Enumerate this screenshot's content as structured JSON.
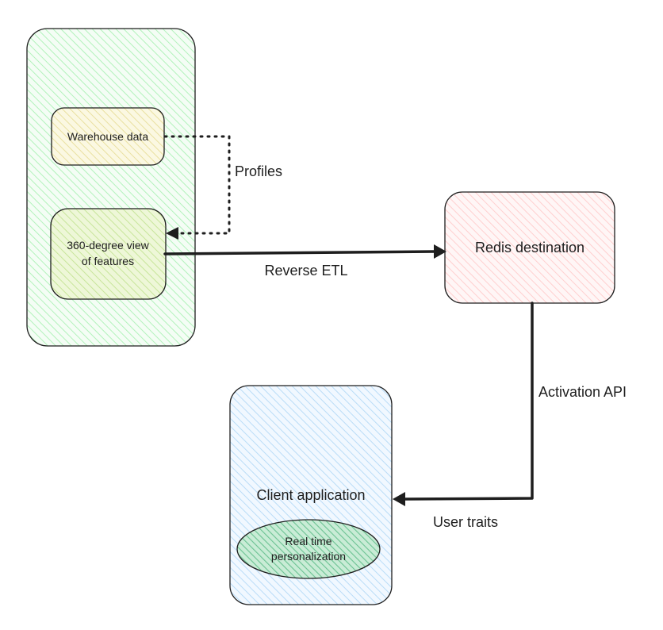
{
  "nodes": {
    "warehouse_data": "Warehouse data",
    "features_view_line1": "360-degree view",
    "features_view_line2": "of features",
    "redis_destination": "Redis destination",
    "client_application": "Client application",
    "personalization_line1": "Real time",
    "personalization_line2": "personalization"
  },
  "edges": {
    "profiles": "Profiles",
    "reverse_etl": "Reverse ETL",
    "activation_api": "Activation API",
    "user_traits": "User traits"
  },
  "colors": {
    "warehouse_group_fill": "#d3f9d8",
    "warehouse_data_fill": "#f7f2c8",
    "features_view_fill": "#dcefb4",
    "redis_fill": "#ffe0e0",
    "client_fill": "#d0ebff",
    "personalization_fill": "#96d7b0",
    "stroke": "#1e1e1e"
  }
}
